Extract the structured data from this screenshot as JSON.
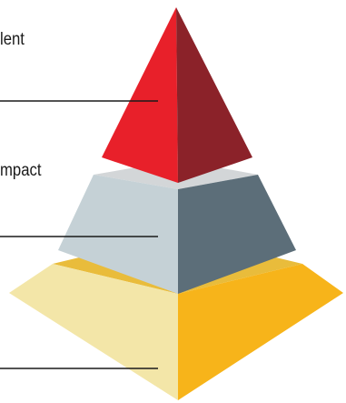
{
  "levels": [
    {
      "id": "top",
      "label": "lent",
      "colors": {
        "left": "#e8202a",
        "right": "#8b2229"
      }
    },
    {
      "id": "middle",
      "label": "mpact",
      "colors": {
        "top": "#d3d6d8",
        "left": "#c5d1d6",
        "right": "#5c6e79"
      }
    },
    {
      "id": "bottom",
      "label": "",
      "colors": {
        "top": "#e9bc3b",
        "left": "#f3e6a8",
        "right": "#f7b41a"
      }
    }
  ],
  "connector_color": "#1a1a1a"
}
